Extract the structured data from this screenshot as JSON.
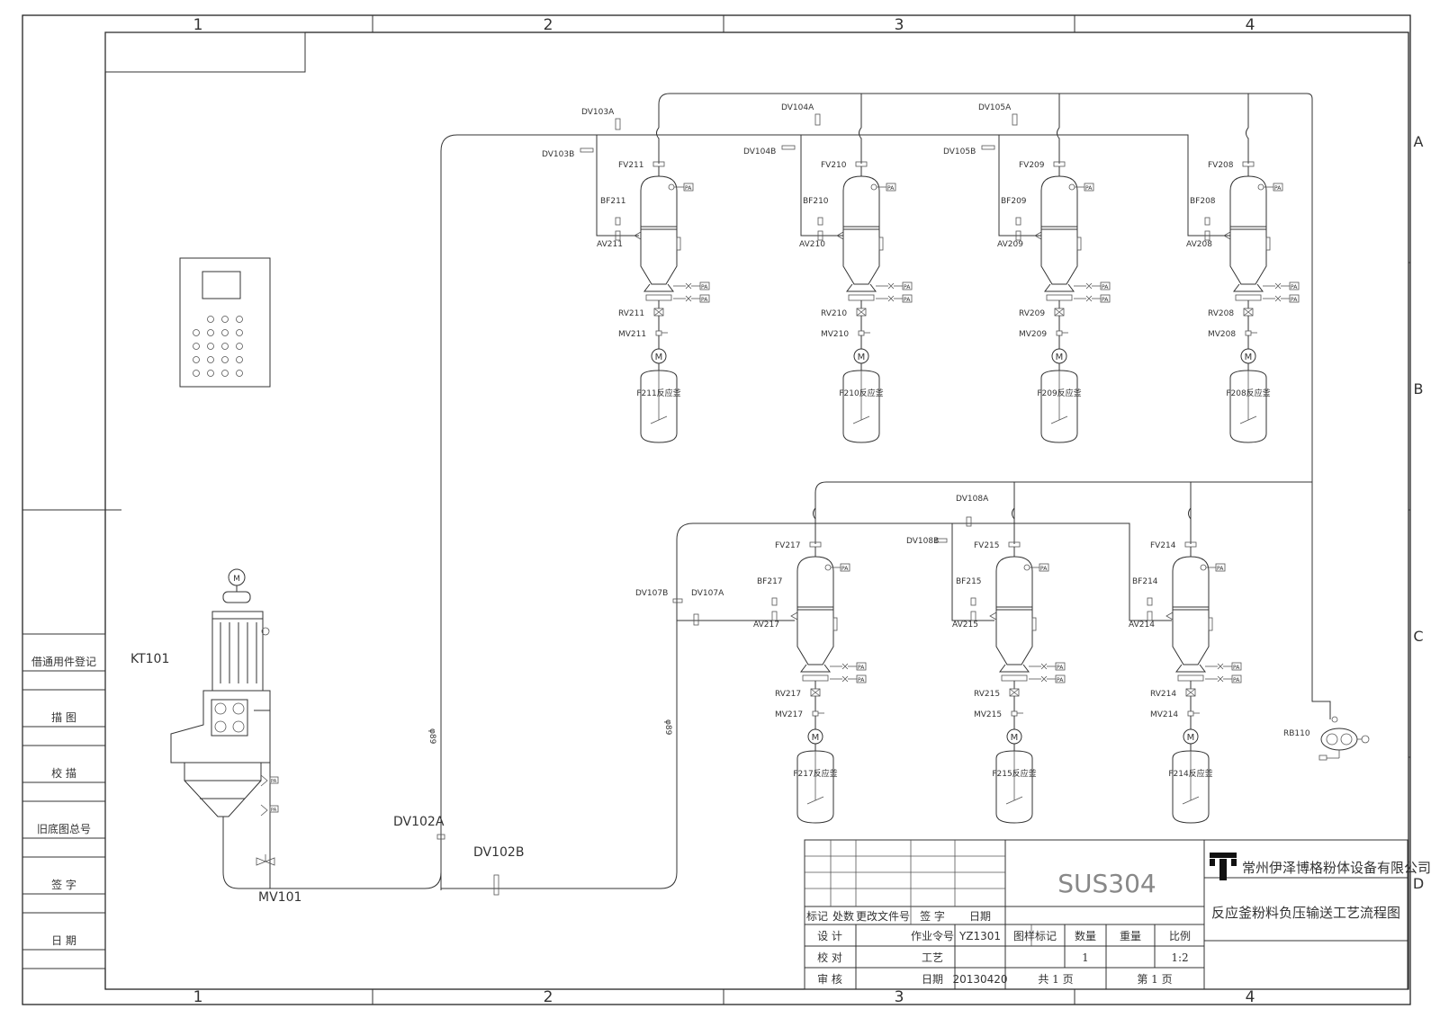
{
  "border": {
    "columns": [
      "1",
      "2",
      "3",
      "4"
    ],
    "rows": [
      "A",
      "B",
      "C",
      "D"
    ]
  },
  "side_table": [
    "借通用件登记",
    "描 图",
    "校 描",
    "旧底图总号",
    "签 字",
    "日 期"
  ],
  "main_unit": {
    "tag": "KT101",
    "valve": "MV101"
  },
  "pipe_labels": {
    "phi1": "φ89",
    "phi2": "φ89"
  },
  "main_valves": {
    "dv102a": "DV102A",
    "dv102b": "DV102B",
    "dv107a": "DV107A",
    "dv107b": "DV107B",
    "dv108a": "DV108A",
    "dv108b": "DV108B"
  },
  "pump": "RB110",
  "pa": "PA",
  "motor": "M",
  "units": [
    {
      "dva": "DV103A",
      "dvb": "DV103B",
      "fv": "FV211",
      "bf": "BF211",
      "av": "AV211",
      "rv": "RV211",
      "mv": "MV211",
      "tank": "F211反应釜"
    },
    {
      "dva": "DV104A",
      "dvb": "DV104B",
      "fv": "FV210",
      "bf": "BF210",
      "av": "AV210",
      "rv": "RV210",
      "mv": "MV210",
      "tank": "F210反应釜"
    },
    {
      "dva": "DV105A",
      "dvb": "DV105B",
      "fv": "FV209",
      "bf": "BF209",
      "av": "AV209",
      "rv": "RV209",
      "mv": "MV209",
      "tank": "F209反应釜"
    },
    {
      "fv": "FV208",
      "bf": "BF208",
      "av": "AV208",
      "rv": "RV208",
      "mv": "MV208",
      "tank": "F208反应釜"
    },
    {
      "fv": "FV217",
      "bf": "BF217",
      "av": "AV217",
      "rv": "RV217",
      "mv": "MV217",
      "tank": "F217反应釜"
    },
    {
      "fv": "FV215",
      "bf": "BF215",
      "av": "AV215",
      "rv": "RV215",
      "mv": "MV215",
      "tank": "F215反应釜"
    },
    {
      "fv": "FV214",
      "bf": "BF214",
      "av": "AV214",
      "rv": "RV214",
      "mv": "MV214",
      "tank": "F214反应釜"
    }
  ],
  "title_block": {
    "material": "SUS304",
    "company": "常州伊泽博格粉体设备有限公司",
    "drawing_title": "反应釜粉料负压输送工艺流程图",
    "rev_headers": [
      "标记",
      "处数",
      "更改文件号",
      "签 字",
      "日期"
    ],
    "design": "设 计",
    "check": "校 对",
    "review": "审 核",
    "job_no_label": "作业令号",
    "job_no": "YZ1301",
    "process": "工艺",
    "date_label": "日期",
    "date": "20130420",
    "pattern_mark": "图样标记",
    "quantity_label": "数量",
    "weight_label": "重量",
    "scale_label": "比例",
    "quantity": "1",
    "scale": "1:2",
    "total_pages": "共  1  页",
    "page_no": "第  1  页"
  }
}
